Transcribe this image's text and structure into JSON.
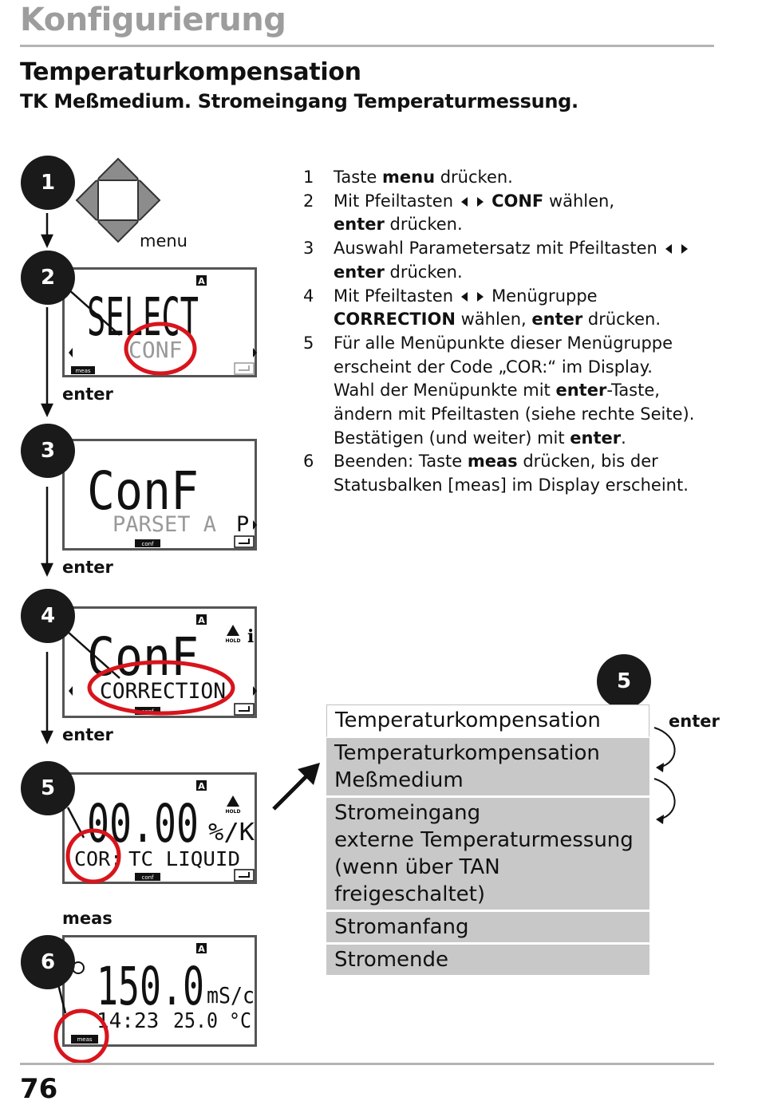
{
  "header": {
    "section": "Konfigurierung"
  },
  "title": "Temperaturkompensation",
  "subtitle": "TK Meßmedium. Stromeingang Temperaturmessung.",
  "steps_left": {
    "numbers": [
      "1",
      "2",
      "3",
      "4",
      "5",
      "6",
      "5"
    ],
    "menu_label": "menu",
    "enter_label": "enter",
    "meas_label": "meas"
  },
  "displays": {
    "d2": {
      "main": "SELECT",
      "sub": "CONF",
      "flag": "A",
      "bar": "meas"
    },
    "d3": {
      "main": "ConF",
      "sub": "PARSET A",
      "right": "P",
      "bar": "conf"
    },
    "d4": {
      "main": "ConF",
      "sub": "CORRECTION",
      "flag": "A",
      "hold": "HOLD",
      "info": "i",
      "bar": "conf"
    },
    "d5": {
      "main": "00.00",
      "unit": "%/K",
      "sub_left": "COR:",
      "sub": "TC LIQUID",
      "flag": "A",
      "hold": "HOLD",
      "bar": "conf"
    },
    "d6": {
      "main": "150.0",
      "unit": "mS/c",
      "time": "14:23",
      "temp": "25.0 °C",
      "flag": "A",
      "bar": "meas"
    }
  },
  "instructions": [
    {
      "n": "1",
      "parts": [
        [
          "Taste ",
          false
        ],
        [
          "menu",
          true
        ],
        [
          " drücken.",
          false
        ]
      ]
    },
    {
      "n": "2",
      "parts": [
        [
          "Mit Pfeiltasten ",
          false
        ],
        [
          "<>",
          false
        ],
        [
          " ",
          false
        ],
        [
          "CONF",
          true
        ],
        [
          " wählen,",
          false
        ],
        [
          "\n",
          false
        ],
        [
          "enter",
          true
        ],
        [
          " drücken.",
          false
        ]
      ]
    },
    {
      "n": "3",
      "parts": [
        [
          "Auswahl Parametersatz mit Pfeiltasten ",
          false
        ],
        [
          "<>",
          false
        ],
        [
          "\n",
          false
        ],
        [
          "enter",
          true
        ],
        [
          " drücken.",
          false
        ]
      ]
    },
    {
      "n": "4",
      "parts": [
        [
          "Mit Pfeiltasten ",
          false
        ],
        [
          "<>",
          false
        ],
        [
          " Menügruppe",
          false
        ],
        [
          "\n",
          false
        ],
        [
          "CORRECTION",
          true
        ],
        [
          "  wählen, ",
          false
        ],
        [
          "enter",
          true
        ],
        [
          " drücken.",
          false
        ]
      ]
    },
    {
      "n": "5",
      "parts": [
        [
          "Für alle Menüpunkte dieser Menügruppe",
          false
        ],
        [
          "\n",
          false
        ],
        [
          "erscheint der Code „COR:“ im Display.",
          false
        ],
        [
          "\n",
          false
        ],
        [
          "Wahl der Menüpunkte mit ",
          false
        ],
        [
          "enter",
          true
        ],
        [
          "-Taste,",
          false
        ],
        [
          "\n",
          false
        ],
        [
          "ändern mit Pfeiltasten (siehe rechte Seite).",
          false
        ],
        [
          "\n",
          false
        ],
        [
          "Bestätigen (und weiter) mit ",
          false
        ],
        [
          "enter",
          true
        ],
        [
          ".",
          false
        ]
      ]
    },
    {
      "n": "6",
      "parts": [
        [
          "Beenden: Taste ",
          false
        ],
        [
          "meas",
          true
        ],
        [
          " drücken, bis der",
          false
        ],
        [
          "\n",
          false
        ],
        [
          "Statusbalken [meas] im Display erscheint.",
          false
        ]
      ]
    }
  ],
  "menu_items": [
    "Temperaturkompensation",
    "Temperaturkompensation\nMeßmedium",
    "Stromeingang\nexterne Temperaturmessung\n(wenn über TAN freigeschaltet)",
    "Stromanfang",
    "Stromende"
  ],
  "menu_enter": "enter",
  "page_number": "76",
  "colors": {
    "highlight_ring": "#d8141c",
    "menu_bg": "#c8c8c9",
    "header_gray": "#9d9d9d"
  }
}
